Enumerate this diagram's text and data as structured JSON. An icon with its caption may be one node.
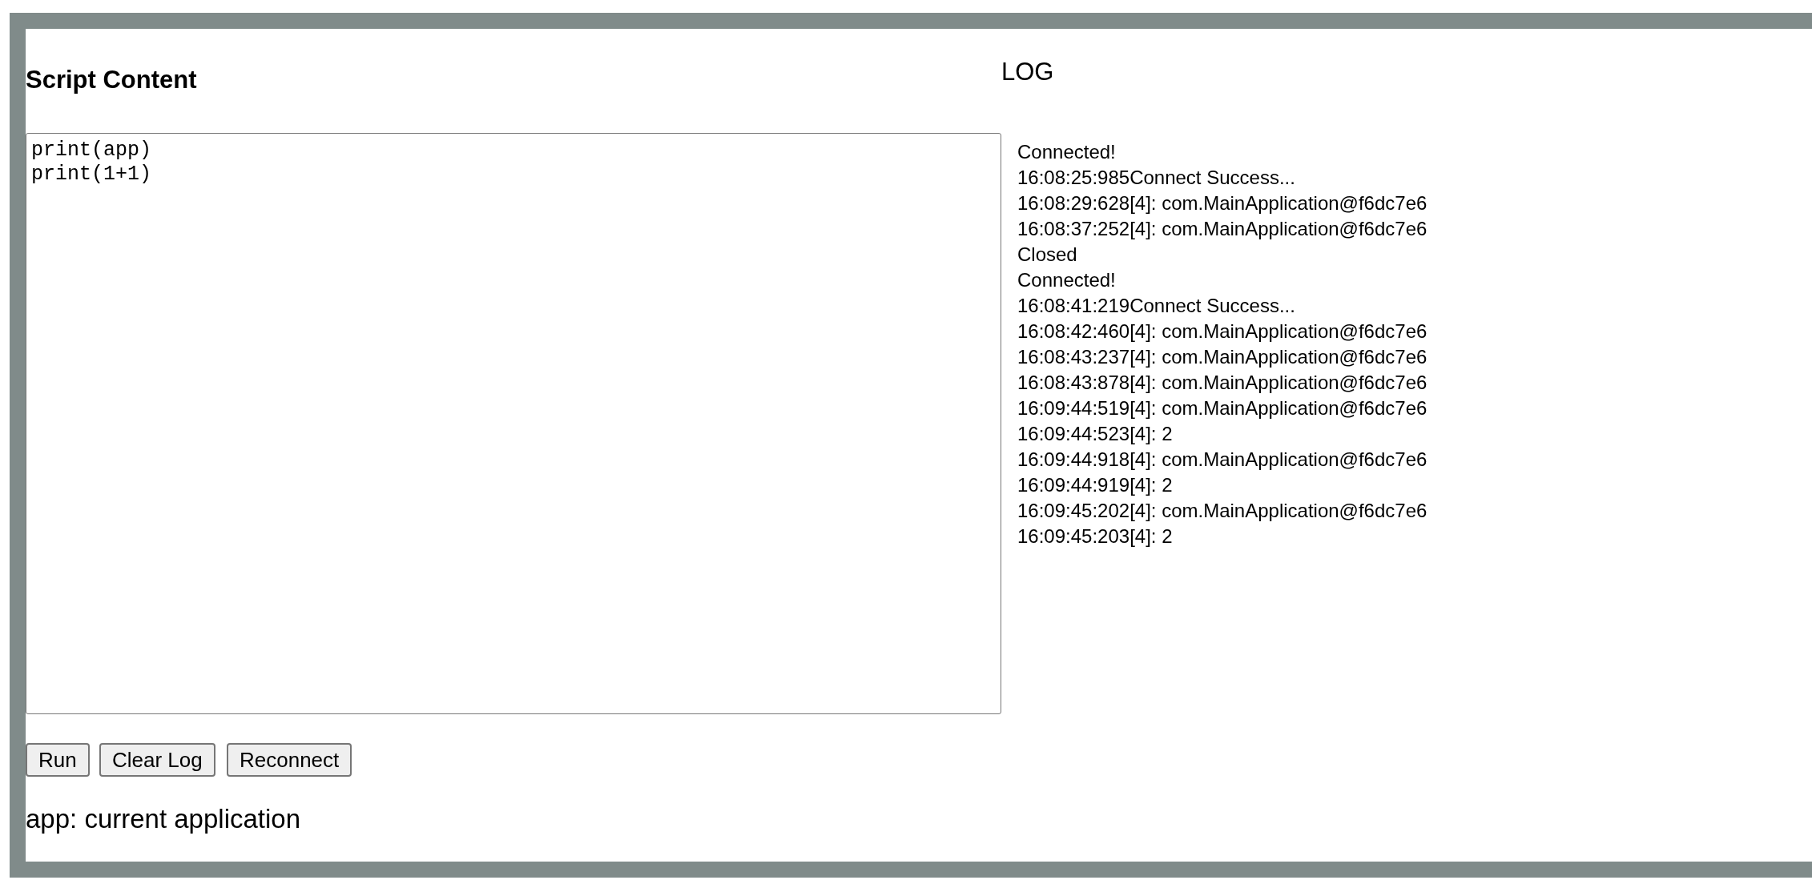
{
  "diagram": {
    "nodes": [
      {
        "text": [
          "print(app)",
          "print(1+1)"
        ]
      },
      {
        "text": [
          "Run"
        ]
      },
      {
        "text": [
          "Clear Log"
        ]
      },
      {
        "text": [
          "Reconnect"
        ]
      }
    ],
    "labels": [
      "Script Content",
      "LOG",
      "Connected!",
      "16:08:25:985Connect Success...",
      "16:08:29:628[4]: com.MainApplication@f6dc7e6",
      "16:08:37:252[4]: com.MainApplication@f6dc7e6",
      "Closed",
      "Connected!",
      "16:08:41:219Connect Success...",
      "16:08:42:460[4]: com.MainApplication@f6dc7e6",
      "16:08:43:237[4]: com.MainApplication@f6dc7e6",
      "16:08:43:878[4]: com.MainApplication@f6dc7e6",
      "16:09:44:519[4]: com.MainApplication@f6dc7e6",
      "16:09:44:523[4]: 2",
      "16:09:44:918[4]: com.MainApplication@f6dc7e6",
      "16:09:44:919[4]: 2",
      "16:09:45:202[4]: com.MainApplication@f6dc7e6",
      "16:09:45:203[4]: 2",
      "app: current application"
    ]
  }
}
